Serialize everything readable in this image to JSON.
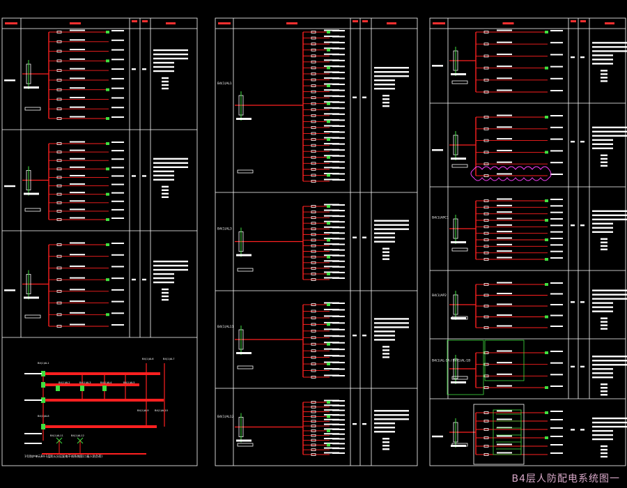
{
  "caption": "B4层人防配电系统图一",
  "colors": {
    "background": "#000000",
    "frame": "#ffffff",
    "wire": "#ff2020",
    "breaker_green": "#40e040",
    "revision_cloud": "#ff40ff",
    "label": "#ffffff",
    "header_text": "#ff3030"
  },
  "panels": [
    {
      "id": "left",
      "sections": [
        {
          "id": "L1",
          "feeders": 10
        },
        {
          "id": "L2",
          "feeders": 10
        },
        {
          "id": "L3",
          "feeders": 8
        },
        {
          "id": "L4",
          "riser": true
        }
      ],
      "riser_labels": [
        "B4(1)AL1",
        "B4(1)AL2",
        "B4(1)AL3",
        "B4(1)AL4",
        "B4(1)AL5",
        "B4(1)AL6",
        "B4(1)AL7",
        "B4(1)AL8",
        "B4(1)AL9",
        "B4(1)AL10",
        "B4(1)AL11",
        "B4(1)AL12"
      ],
      "riser_note": "1号防护单元B4-1层防火分区配电干线系统图(二级人防负荷)"
    },
    {
      "id": "middle",
      "sections": [
        {
          "id": "M1",
          "label": "B4(1)AL1",
          "feeders": 26
        },
        {
          "id": "M2",
          "label": "B4(1)AL3",
          "feeders": 14
        },
        {
          "id": "M3",
          "label": "B4(1)AL11",
          "feeders": 12
        },
        {
          "id": "M4",
          "label": "B4(1)AL12",
          "feeders": 12
        }
      ]
    },
    {
      "id": "right",
      "sections": [
        {
          "id": "R1",
          "feeders": 6
        },
        {
          "id": "R2",
          "feeders": 6
        },
        {
          "id": "R3",
          "label": "B4(1)APC1",
          "feeders": 10
        },
        {
          "id": "R4",
          "label": "B4(1)AP2",
          "feeders": 5
        },
        {
          "id": "R5",
          "label": "B4(1)AL-1A / B4(1)AL-1B",
          "feeders": 4
        },
        {
          "id": "R6",
          "feeders": 6
        }
      ]
    }
  ]
}
